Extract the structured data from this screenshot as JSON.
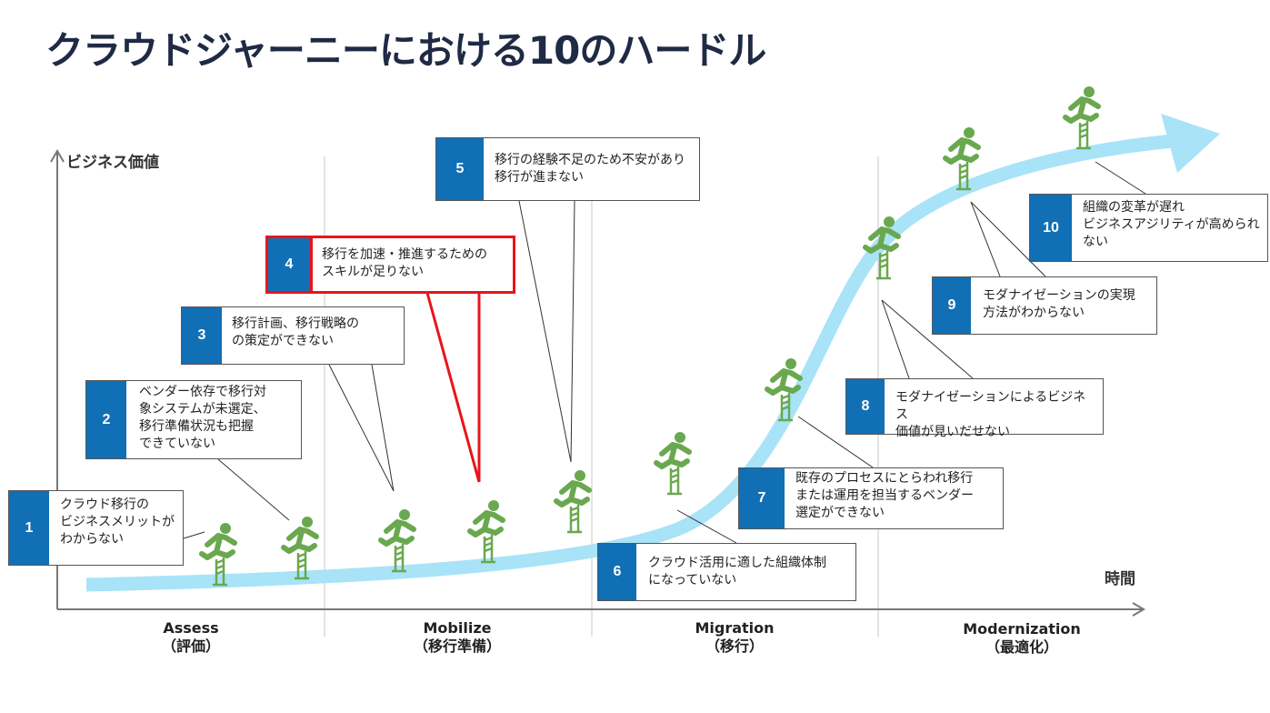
{
  "title": "クラウドジャーニーにおける10のハードル",
  "axes": {
    "y_label": "ビジネス価値",
    "x_label": "時間"
  },
  "phases": [
    {
      "name": "Assess",
      "sub": "（評価）"
    },
    {
      "name": "Mobilize",
      "sub": "（移行準備）"
    },
    {
      "name": "Migration",
      "sub": "（移行）"
    },
    {
      "name": "Modernization",
      "sub": "（最適化）"
    }
  ],
  "hurdles": [
    {
      "num": "1",
      "text": "クラウド移行の\nビジネスメリットが\nわからない",
      "highlight": false
    },
    {
      "num": "2",
      "text": "ベンダー依存で移行対\n象システムが未選定、\n移行準備状況も把握\nできていない",
      "highlight": false
    },
    {
      "num": "3",
      "text": "移行計画、移行戦略の\nの策定ができない",
      "highlight": false
    },
    {
      "num": "4",
      "text": "移行を加速・推進するための\nスキルが足りない",
      "highlight": true
    },
    {
      "num": "5",
      "text": "移行の経験不足のため不安があり\n移行が進まない",
      "highlight": false
    },
    {
      "num": "6",
      "text": "クラウド活用に適した組織体制\nになっていない",
      "highlight": false
    },
    {
      "num": "7",
      "text": "既存のプロセスにとらわれ移行\nまたは運用を担当するベンダー\n選定ができない",
      "highlight": false
    },
    {
      "num": "8",
      "text": "モダナイゼーションによるビジネス\n価値が見いだせない",
      "highlight": false
    },
    {
      "num": "9",
      "text": "モダナイゼーションの実現\n方法がわからない",
      "highlight": false
    },
    {
      "num": "10",
      "text": "組織の変革が遅れ\nビジネスアジリティが高められ\nない",
      "highlight": false
    }
  ],
  "colors": {
    "accent": "#1170b5",
    "highlight": "#e8141b",
    "runner": "#6aa84f",
    "arrow": "#a8e3f8",
    "title": "#1f2a44"
  },
  "icons": {
    "runner": "hurdle-runner-icon"
  }
}
